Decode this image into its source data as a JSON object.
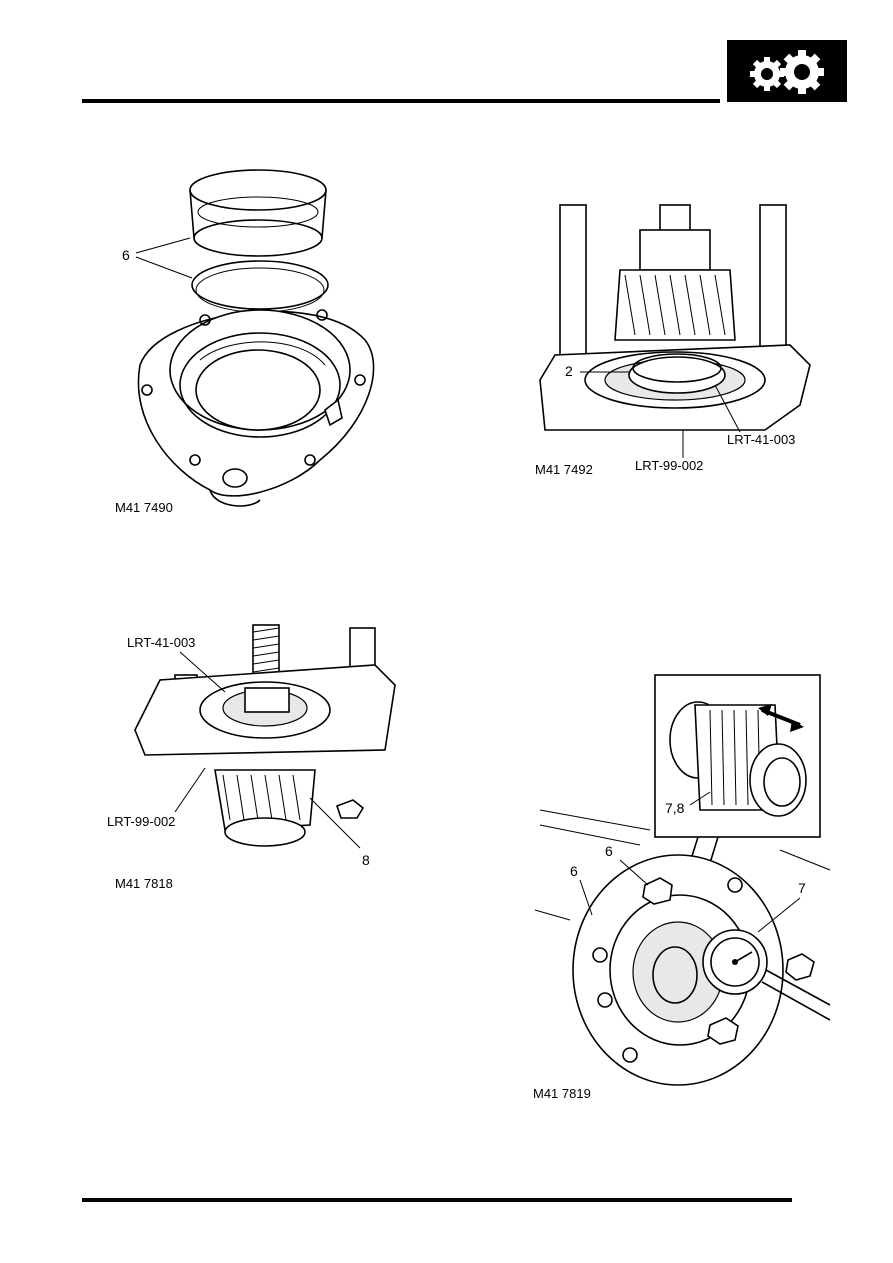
{
  "header": {
    "icon": "gears-icon"
  },
  "figures": [
    {
      "code": "M41 7490",
      "callouts": [
        "6"
      ]
    },
    {
      "code": "M41 7492",
      "callouts": [
        "2",
        "LRT-41-003",
        "LRT-99-002"
      ]
    },
    {
      "code": "M41 7818",
      "callouts": [
        "LRT-41-003",
        "LRT-99-002",
        "8"
      ]
    },
    {
      "code": "M41 7819",
      "callouts": [
        "7,8",
        "6",
        "6",
        "7"
      ]
    }
  ]
}
